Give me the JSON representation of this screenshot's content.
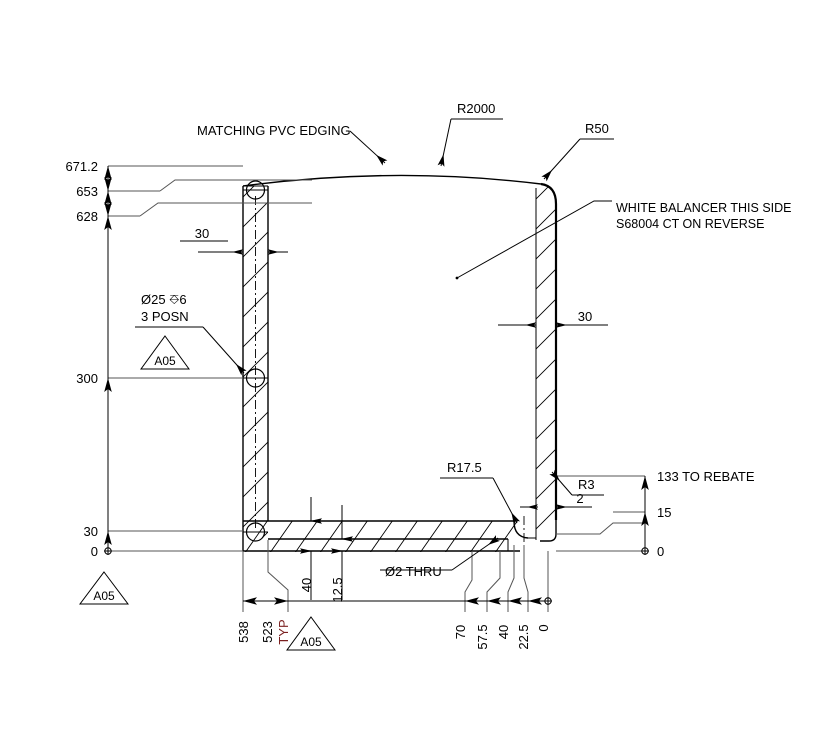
{
  "drawing": {
    "type": "cad-technical-drawing",
    "title": "Cabinet Side Panel Section",
    "units": "mm",
    "notes": [
      {
        "id": "matching-pvc-edging",
        "text": "MATCHING PVC EDGING"
      },
      {
        "id": "white-balancer-line1",
        "text": "WHITE BALANCER THIS SIDE"
      },
      {
        "id": "white-balancer-line2",
        "text": "S68004 CT ON REVERSE"
      },
      {
        "id": "hole-spec-line1",
        "text": "Ø25 ⎑6"
      },
      {
        "id": "hole-spec-line2",
        "text": "3 POSN"
      },
      {
        "id": "thru-hole-spec",
        "text": "Ø2 THRU"
      }
    ],
    "radii": [
      {
        "id": "r2000",
        "label": "R2000"
      },
      {
        "id": "r50",
        "label": "R50"
      },
      {
        "id": "r17-5",
        "label": "R17.5"
      },
      {
        "id": "r3",
        "label": "R3"
      }
    ],
    "detail_tags": [
      {
        "id": "tag-a05-upper",
        "label": "A05"
      },
      {
        "id": "tag-a05-lower-left",
        "label": "A05"
      },
      {
        "id": "tag-a05-bottom",
        "label": "A05"
      }
    ],
    "vertical_dimensions_left": [
      {
        "value": "671.2"
      },
      {
        "value": "653"
      },
      {
        "value": "628"
      },
      {
        "value": "300"
      },
      {
        "value": "30"
      },
      {
        "value": "0"
      }
    ],
    "vertical_dimensions_right": [
      {
        "value": "133 TO REBATE"
      },
      {
        "value": "15"
      },
      {
        "value": "0"
      }
    ],
    "horizontal_dimensions_bottom_left": [
      {
        "value": "538"
      },
      {
        "value": "523"
      },
      {
        "value": "TYP",
        "color": "#7a1f1f"
      }
    ],
    "horizontal_dimensions_bottom_right": [
      {
        "value": "70"
      },
      {
        "value": "57.5"
      },
      {
        "value": "40"
      },
      {
        "value": "22.5"
      },
      {
        "value": "0"
      }
    ],
    "thickness_dimensions": [
      {
        "id": "left-panel-thickness",
        "value": "30"
      },
      {
        "id": "right-panel-thickness",
        "value": "30"
      },
      {
        "id": "bottom-panel-thickness",
        "value": "40"
      },
      {
        "id": "rebate-depth",
        "value": "12.5"
      },
      {
        "id": "edge-offset",
        "value": "2"
      }
    ],
    "colors": {
      "line": "#000000",
      "extension_line": "#555555",
      "typ_accent": "#7a1f1f",
      "background": "#ffffff"
    }
  }
}
